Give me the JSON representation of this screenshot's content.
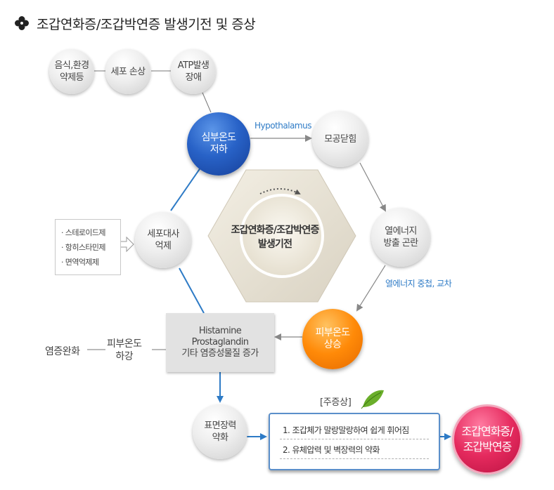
{
  "title": "조갑연화증/조갑박연증 발생기전 및 증상",
  "icons": {
    "title": "clover-icon",
    "symptom": "leaf-icon"
  },
  "colors": {
    "blue": "#2862c7",
    "orange": "#ff8a08",
    "pink": "#e52a5e",
    "arrow_blue": "#2e7bc6",
    "arrow_gray": "#888888"
  },
  "top_chain": {
    "food": [
      "음식,환경",
      "약제등"
    ],
    "cell_damage": "세포 손상",
    "atp": [
      "ATP발생",
      "장애"
    ]
  },
  "center": [
    "조갑연화증/조갑박연증",
    "발생기전"
  ],
  "nodes": {
    "core_temp": [
      "심부온도",
      "저하"
    ],
    "pore": "모공닫힘",
    "heat": [
      "열에너지",
      "방출 곤란"
    ],
    "skin_temp_up": [
      "피부온도",
      "상승"
    ],
    "metabolism": [
      "세포대사",
      "억제"
    ],
    "surface": [
      "표면장력",
      "약화"
    ]
  },
  "labels": {
    "hypothalamus": "Hypothalamus",
    "heat_overlap": "열에너지 중첩, 교차"
  },
  "drugs": [
    "· 스테로이드제",
    "· 항히스타민제",
    "· 면역억제제"
  ],
  "histamine": [
    "Histamine",
    "Prostaglandin",
    "기타 염증성물질 증가"
  ],
  "left_chain": {
    "inflammation_relief": "염증완화",
    "skin_temp_down": [
      "피부온도",
      "하강"
    ]
  },
  "symptoms": {
    "title": "[주증상]",
    "items": [
      "1. 조갑체가 말랑말랑하여 쉽게 휘어짐",
      "2. 유체압력 및 벽장력의 약화"
    ]
  },
  "result": [
    "조갑연화증/",
    "조갑박연증"
  ]
}
